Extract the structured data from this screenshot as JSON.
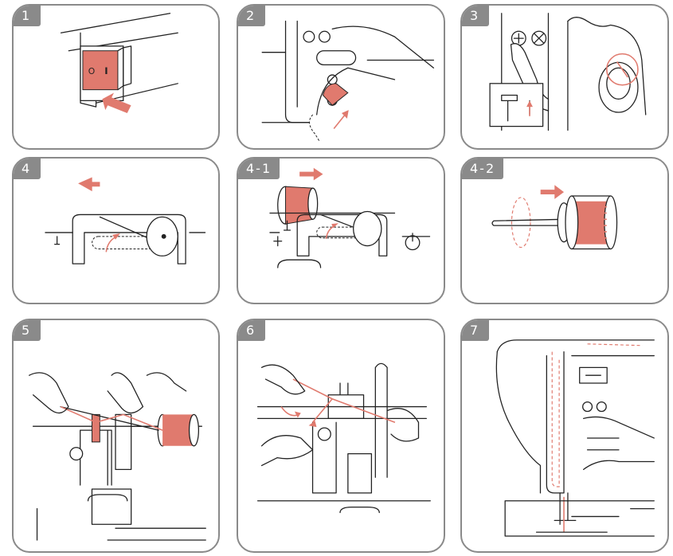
{
  "accent_color": "#e07a6e",
  "frame_color": "#8a8a8a",
  "steps": [
    {
      "label": "1",
      "power_symbol_off": "O",
      "power_symbol_on": "I"
    },
    {
      "label": "2"
    },
    {
      "label": "3"
    },
    {
      "label": "4"
    },
    {
      "label": "4-1"
    },
    {
      "label": "4-2"
    },
    {
      "label": "5"
    },
    {
      "label": "6"
    },
    {
      "label": "7"
    }
  ]
}
